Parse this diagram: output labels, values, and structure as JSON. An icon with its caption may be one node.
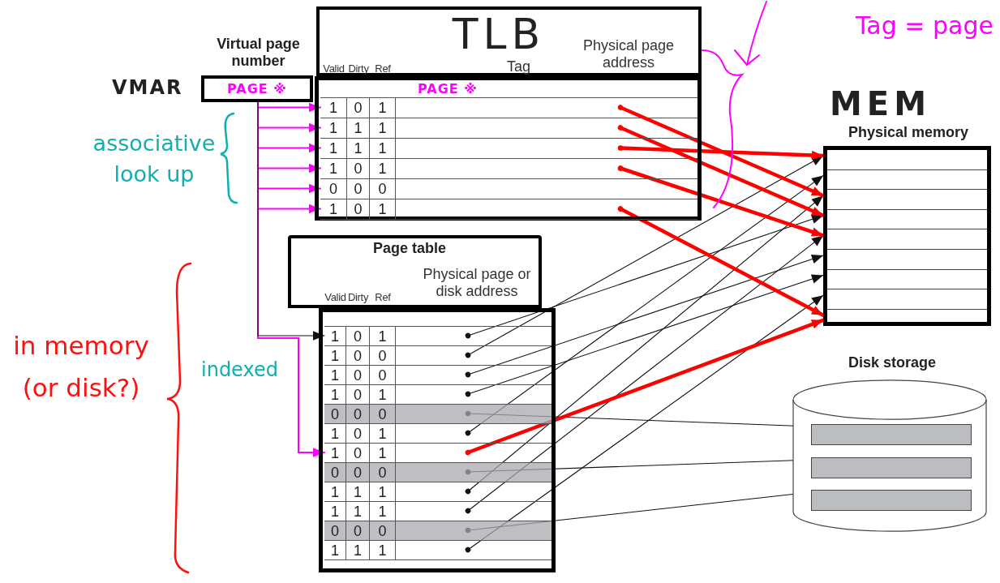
{
  "diagram": {
    "nodes": [
      {
        "text": [
          "Virtual page number",
          "VMAR",
          "PAGE ※"
        ]
      },
      {
        "text": [
          "TLB",
          "Valid",
          "Dirty",
          "Ref",
          "Tag",
          "Physical page address",
          "PAGE ※"
        ]
      },
      {
        "text": [
          "1",
          "0",
          "1"
        ],
        "in": 1
      },
      {
        "text": [
          "1",
          "1",
          "1"
        ],
        "in": 1
      },
      {
        "text": [
          "1",
          "1",
          "1"
        ],
        "in": 1
      },
      {
        "text": [
          "1",
          "0",
          "1"
        ],
        "in": 1
      },
      {
        "text": [
          "0",
          "0",
          "0"
        ],
        "in": 1
      },
      {
        "text": [
          "1",
          "0",
          "1"
        ],
        "in": 1
      },
      {
        "text": [
          "Page table",
          "Valid",
          "Dirty",
          "Ref",
          "Physical page or disk address"
        ]
      },
      {
        "text": [
          "1",
          "0",
          "1"
        ],
        "in": 8
      },
      {
        "text": [
          "1",
          "0",
          "0"
        ],
        "in": 8
      },
      {
        "text": [
          "1",
          "0",
          "0"
        ],
        "in": 8
      },
      {
        "text": [
          "1",
          "0",
          "1"
        ],
        "in": 8
      },
      {
        "text": [
          "0",
          "0",
          "0"
        ],
        "in": 8
      },
      {
        "text": [
          "1",
          "0",
          "1"
        ],
        "in": 8
      },
      {
        "text": [
          "1",
          "0",
          "1"
        ],
        "in": 8
      },
      {
        "text": [
          "0",
          "0",
          "0"
        ],
        "in": 8
      },
      {
        "text": [
          "1",
          "1",
          "1"
        ],
        "in": 8
      },
      {
        "text": [
          "1",
          "1",
          "1"
        ],
        "in": 8
      },
      {
        "text": [
          "0",
          "0",
          "0"
        ],
        "in": 8
      },
      {
        "text": [
          "1",
          "1",
          "1"
        ],
        "in": 8
      },
      {
        "text": [
          "MEM",
          "Physical memory"
        ]
      },
      {
        "text": [
          "Disk storage"
        ]
      },
      {
        "text": [],
        "shape": "bar",
        "in": 22
      },
      {
        "text": [],
        "shape": "bar",
        "in": 22
      },
      {
        "text": [],
        "shape": "bar",
        "in": 22
      }
    ],
    "edges": [
      {
        "from": 0,
        "to": 2,
        "arrow": "to",
        "color": "#ff00ff"
      },
      {
        "from": 0,
        "to": 3,
        "arrow": "to",
        "color": "#ff00ff"
      },
      {
        "from": 0,
        "to": 4,
        "arrow": "to",
        "color": "#ff00ff"
      },
      {
        "from": 0,
        "to": 5,
        "arrow": "to",
        "color": "#ff00ff"
      },
      {
        "from": 0,
        "to": 6,
        "arrow": "to",
        "color": "#ff00ff"
      },
      {
        "from": 0,
        "to": 7,
        "arrow": "to",
        "color": "#ff00ff"
      },
      {
        "from": 0,
        "to": 9,
        "arrow": "to"
      },
      {
        "from": 0,
        "to": 15,
        "arrow": "to",
        "color": "#ff00ff"
      },
      {
        "from": 2,
        "to": 21,
        "arrow": "to",
        "style": "thick",
        "color": "#ff0000"
      },
      {
        "from": 3,
        "to": 21,
        "arrow": "to",
        "style": "thick",
        "color": "#ff0000"
      },
      {
        "from": 4,
        "to": 21,
        "arrow": "to",
        "style": "thick",
        "color": "#ff0000"
      },
      {
        "from": 5,
        "to": 21,
        "arrow": "to",
        "style": "thick",
        "color": "#ff0000"
      },
      {
        "from": 7,
        "to": 21,
        "arrow": "to",
        "style": "thick",
        "color": "#ff0000"
      },
      {
        "from": 9,
        "to": 21,
        "arrow": "to"
      },
      {
        "from": 10,
        "to": 21,
        "arrow": "to"
      },
      {
        "from": 11,
        "to": 21,
        "arrow": "to"
      },
      {
        "from": 12,
        "to": 21,
        "arrow": "to"
      },
      {
        "from": 13,
        "to": 23,
        "arrow": "to"
      },
      {
        "from": 14,
        "to": 21,
        "arrow": "to"
      },
      {
        "from": 15,
        "to": 21,
        "arrow": "to",
        "style": "thick",
        "color": "#ff0000"
      },
      {
        "from": 16,
        "to": 24,
        "arrow": "to"
      },
      {
        "from": 17,
        "to": 21,
        "arrow": "to"
      },
      {
        "from": 18,
        "to": 21,
        "arrow": "to"
      },
      {
        "from": 19,
        "to": 25,
        "arrow": "to"
      },
      {
        "from": 20,
        "to": 21,
        "arrow": "to"
      }
    ],
    "labels": [
      "associative look up",
      "in memory (or disk?)",
      "indexed",
      "Tag = page"
    ]
  }
}
